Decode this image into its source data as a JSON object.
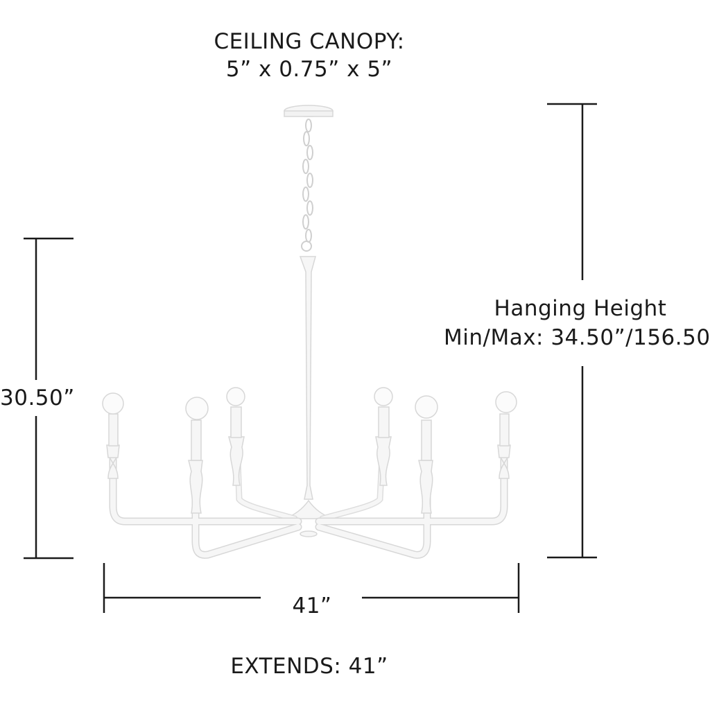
{
  "canopy": {
    "title": "CEILING CANOPY:",
    "dimensions": "5” x 0.75” x 5”"
  },
  "hanging": {
    "title": "Hanging Height",
    "range": "Min/Max: 34.50”/156.50”"
  },
  "fixture": {
    "height": "30.50”",
    "width": "41”",
    "extends": "EXTENDS: 41”",
    "arm_count": 6,
    "finish_color": "#f6f6f6",
    "outline_color": "#d7d7d7"
  },
  "colors": {
    "dimension_line": "#1a1a1a",
    "background": "#ffffff"
  }
}
